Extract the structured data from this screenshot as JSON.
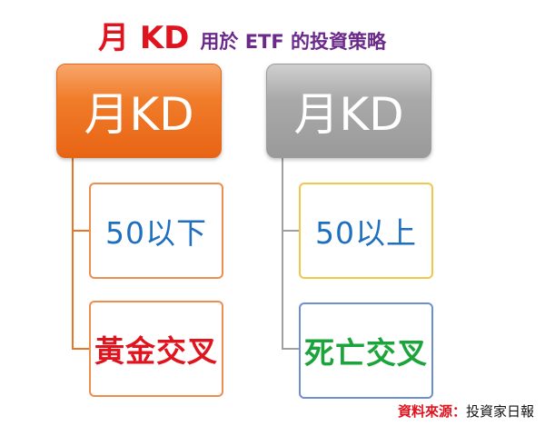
{
  "title": {
    "main": "月 KD",
    "sub": "用於 ETF 的投資策略"
  },
  "left_branch": {
    "header": "月KD",
    "children": [
      "50以下",
      "黃金交叉"
    ]
  },
  "right_branch": {
    "header": "月KD",
    "children": [
      "50以上",
      "死亡交叉"
    ]
  },
  "source": {
    "label": "資料來源：",
    "value": "投資家日報"
  },
  "colors": {
    "title_red": "#e0141e",
    "title_purple": "#6b2a8a",
    "orange": "#f07c2a",
    "gray": "#a9a9a9",
    "blue_text": "#1f6fc0",
    "green_text": "#1aa43a"
  }
}
